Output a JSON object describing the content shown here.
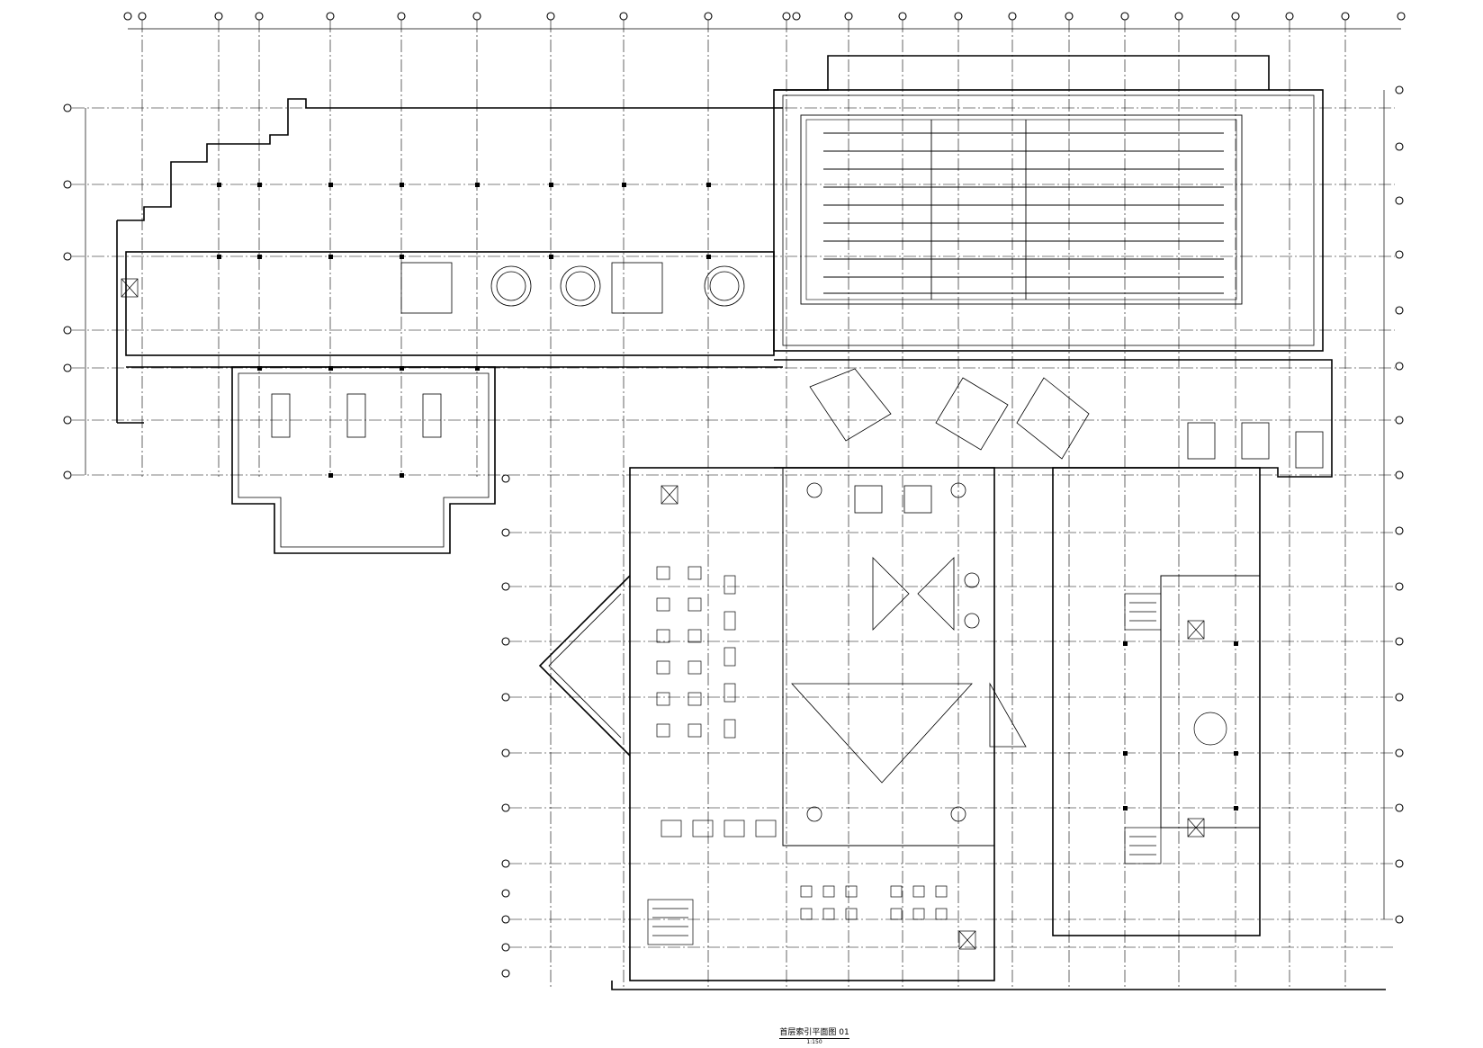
{
  "drawing": {
    "title": "首层索引平面图",
    "number": "01",
    "scale": "1:150"
  },
  "colors": {
    "line": "#000000",
    "background": "#ffffff"
  }
}
